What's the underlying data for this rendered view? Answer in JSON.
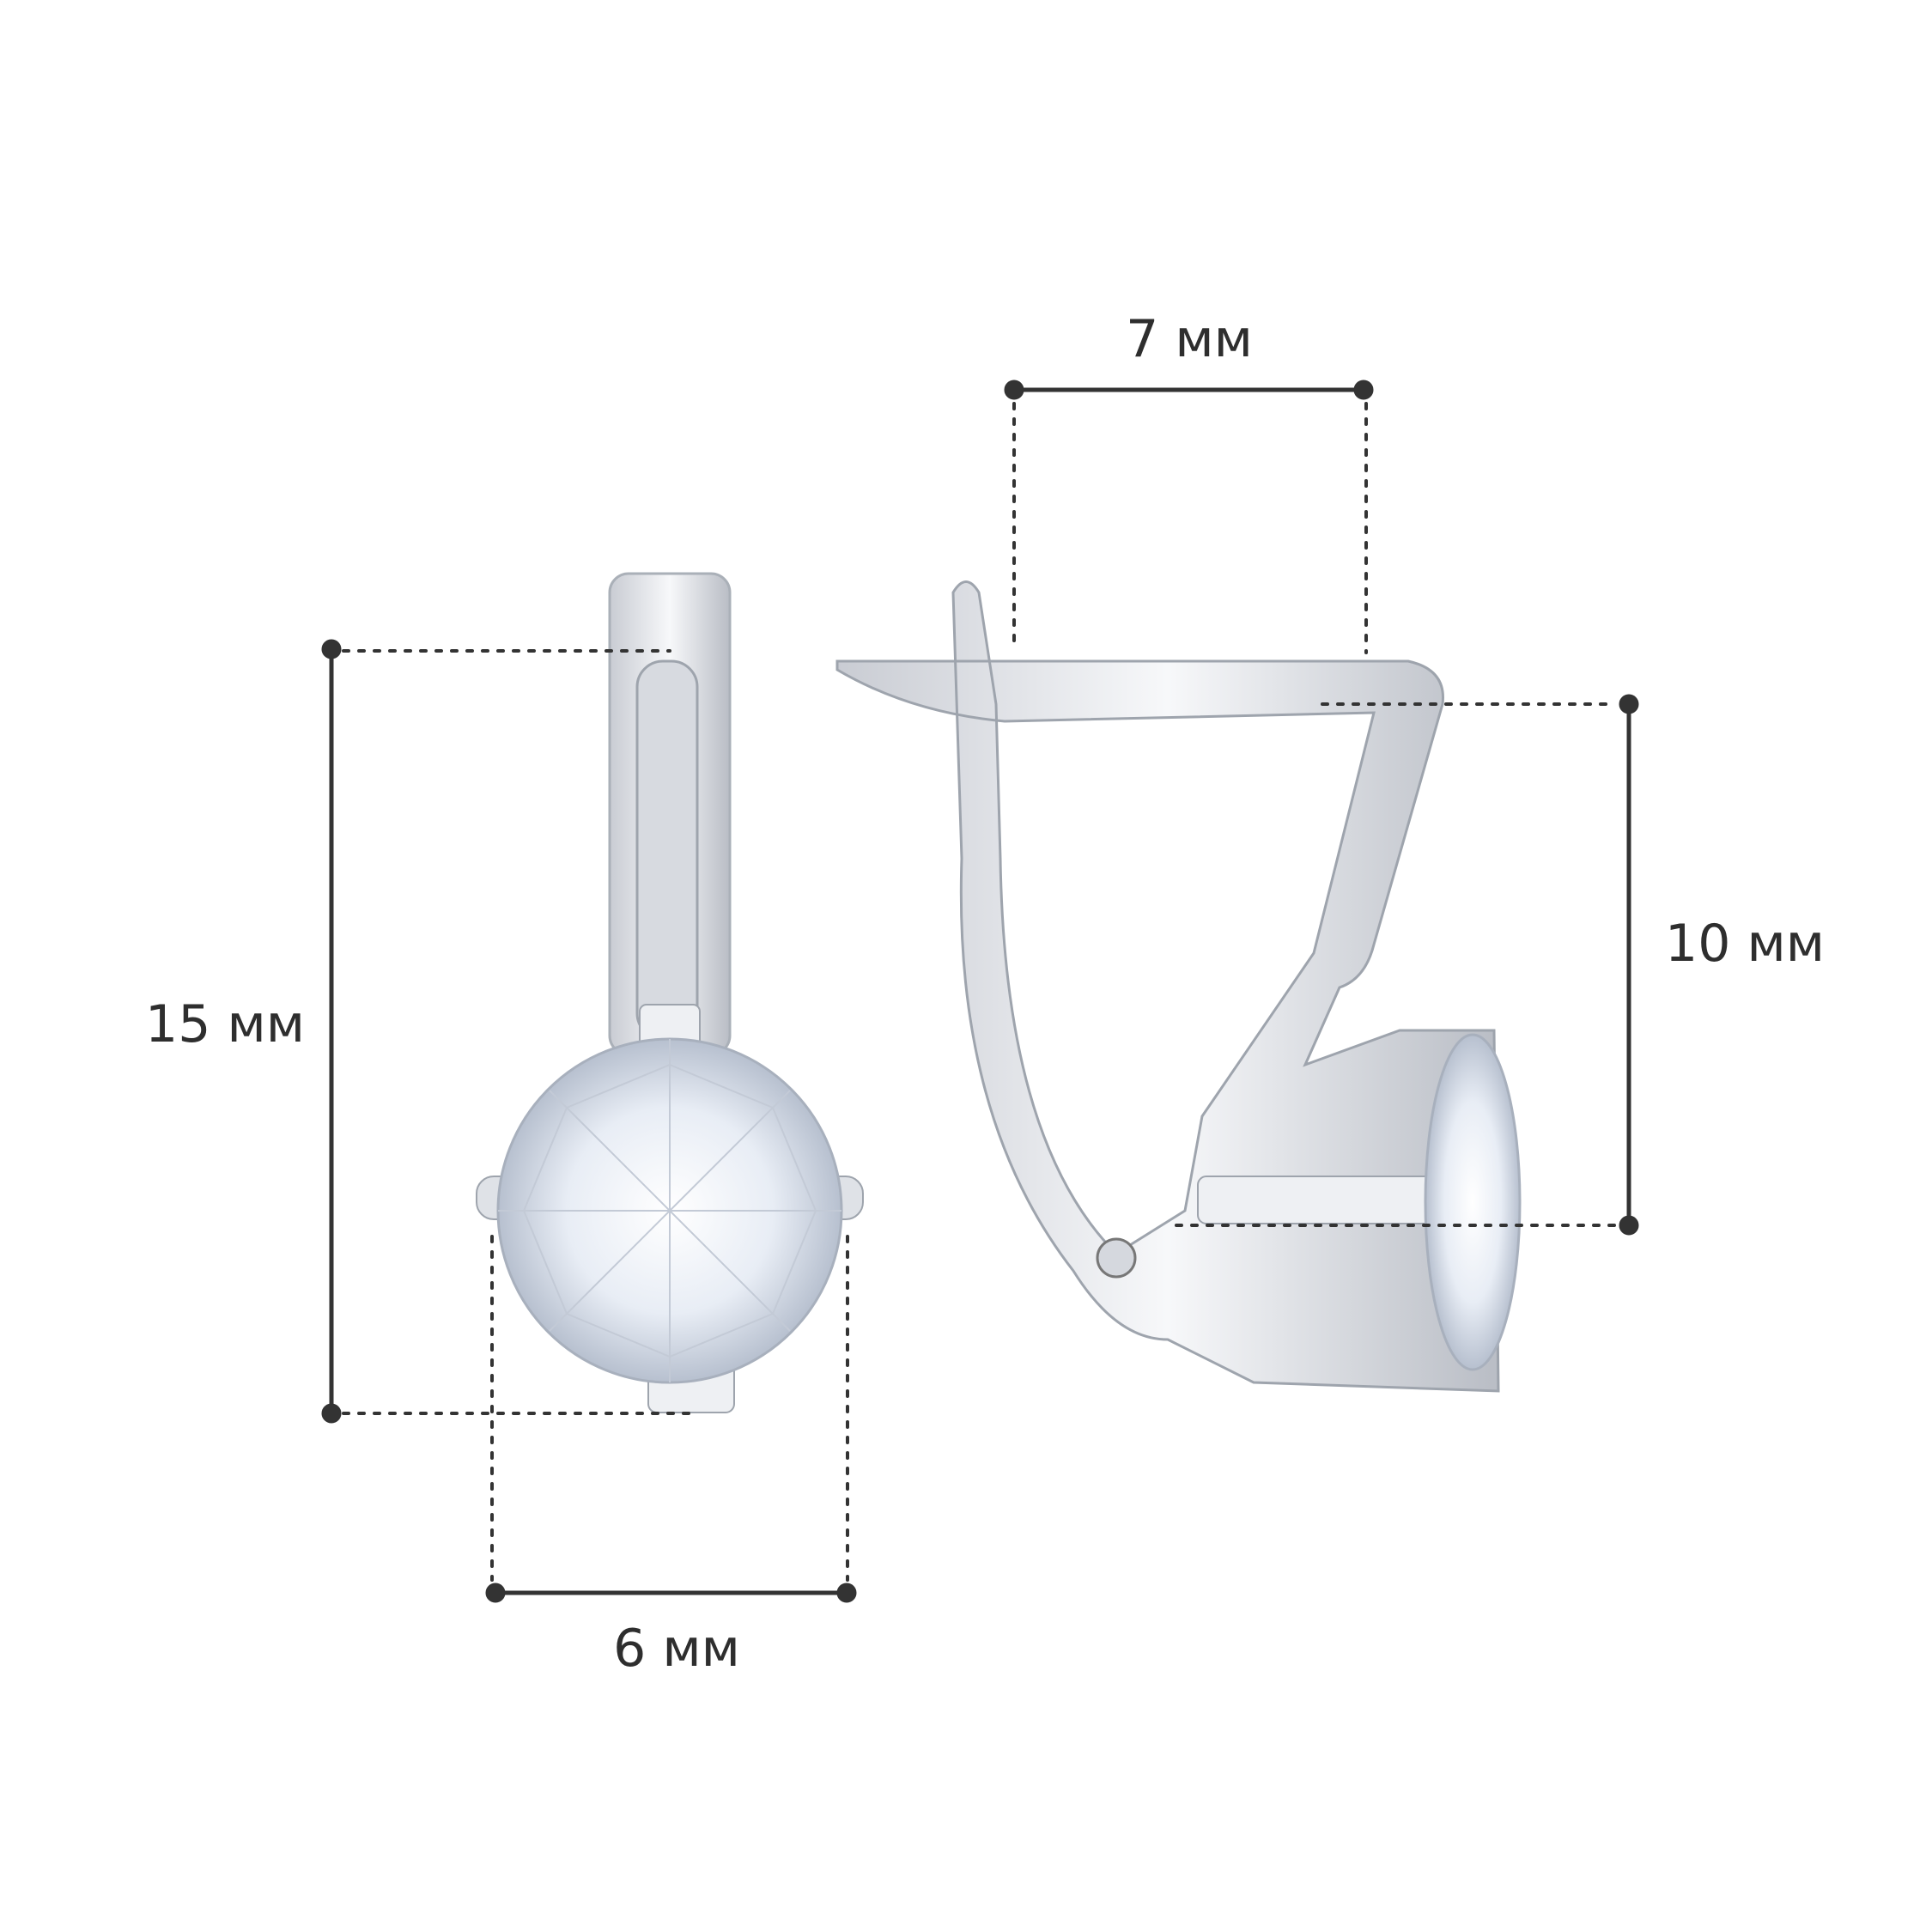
{
  "dimensions": {
    "width_top": "7 мм",
    "height_total": "15 мм",
    "height_side": "10 мм",
    "stone_diameter": "6 мм"
  },
  "colors": {
    "dimension_line": "#333333",
    "metal": "#e4e6ea",
    "metal_shadow": "#b8bcc4",
    "stone": "#eef2f8"
  }
}
